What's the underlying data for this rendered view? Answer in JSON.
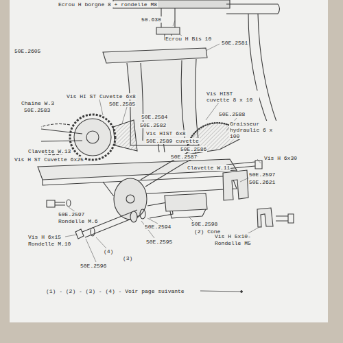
{
  "diagram": {
    "labels": [
      "Ecrou H borgne 8 + rondelle M8",
      "50.630",
      "Ecrou H Bis 10",
      "50E.2581",
      "50E.2605",
      "Vis HIST cuvette 8 x 10",
      "Vis HI ST Cuvette 6x8",
      "Chaîne W.3",
      "50E.2583",
      "50E.2585",
      "50E.2584",
      "50E.2588",
      "50E.2582",
      "Graisseur hydraulic 6 x 100",
      "Vis HIST 6x8",
      "50E.2589 cuvette",
      "Clavette W.13",
      "Vis H ST Cuvette 6x25",
      "50E.2586",
      "50E.2587",
      "Clavette W.11",
      "Vis H 6x30",
      "50E.2597",
      "50E.2621",
      "50E.2597",
      "Rondelle M.6",
      "Vis H 6x15",
      "Rondelle M.10",
      "50E.2594",
      "50E.2598",
      "(2) Cone",
      "Vis H 5x10-",
      "Rondelle M5",
      "(4)",
      "50E.2595",
      "(3)",
      "50E.2596",
      "(1) - (2) - (3) - (4) - Voir page suivante"
    ]
  }
}
